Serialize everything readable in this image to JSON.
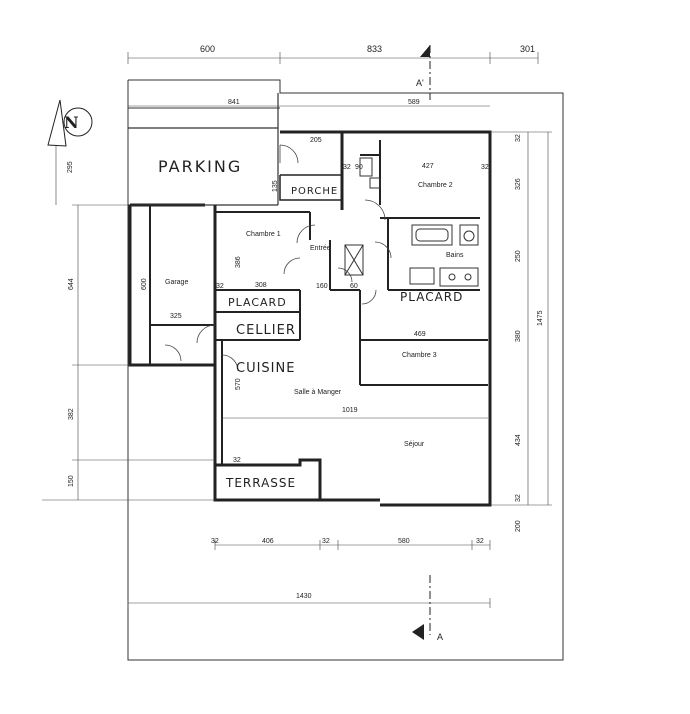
{
  "north_label": "N",
  "section_labels": {
    "top": "A'",
    "bottom": "A"
  },
  "handwritten": {
    "parking": "PARKING",
    "porche": "PORCHE",
    "placard_left": "PLACARD",
    "placard_right": "PLACARD",
    "cellier": "CELLIER",
    "cuisine": "CUISINE",
    "terrasse": "TERRASSE"
  },
  "rooms": {
    "chambre2": "Chambre 2",
    "chambre1": "Chambre 1",
    "entree": "Entrée",
    "bains": "Bains",
    "garage": "Garage",
    "chambre3": "Chambre 3",
    "salle_a_manger": "Salle à Manger",
    "sejour": "Séjour"
  },
  "dimensions": {
    "top_600": "600",
    "top_833": "833",
    "top_301": "301",
    "d841": "841",
    "d589": "589",
    "d205": "205",
    "d427": "427",
    "d32_a": "32",
    "d90": "90",
    "d32_b": "32",
    "d135": "135",
    "d295": "295",
    "d644": "644",
    "d600": "600",
    "d325": "325",
    "d308": "308",
    "d386": "386",
    "d32_c": "32",
    "d160": "160",
    "d60": "60",
    "d469": "469",
    "d570": "570",
    "d1019": "1019",
    "d382": "382",
    "d150": "150",
    "r32_a": "32",
    "r326": "326",
    "r250": "250",
    "r380": "380",
    "r434": "434",
    "r32_b": "32",
    "r200": "200",
    "r1475": "1475",
    "b32_a": "32",
    "b406": "406",
    "b32_b": "32",
    "b580": "580",
    "b32_c": "32",
    "b1430": "1430",
    "s32": "32"
  }
}
